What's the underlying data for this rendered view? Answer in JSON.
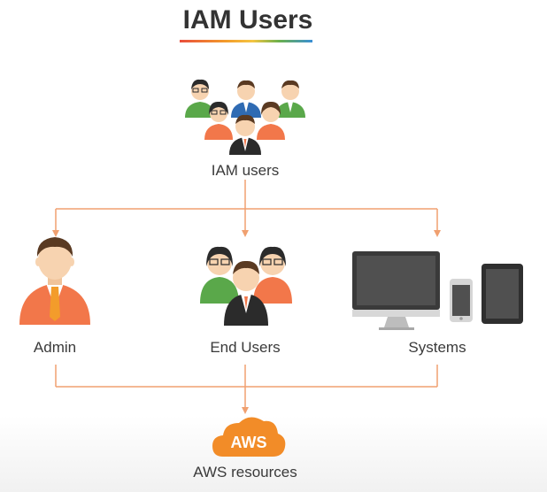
{
  "title": "IAM Users",
  "nodes": {
    "iam_users": "IAM users",
    "admin": "Admin",
    "end_users": "End Users",
    "systems": "Systems",
    "aws_resources": "AWS resources"
  },
  "aws_badge": "AWS",
  "colors": {
    "connector": "#f0a070",
    "aws_orange": "#f28c28",
    "suit_orange": "#f2774a",
    "green": "#5aa84a",
    "blue": "#2f6bb3",
    "dark": "#2b2b2b",
    "skin": "#f7d3b0",
    "hair": "#5a3a22"
  }
}
